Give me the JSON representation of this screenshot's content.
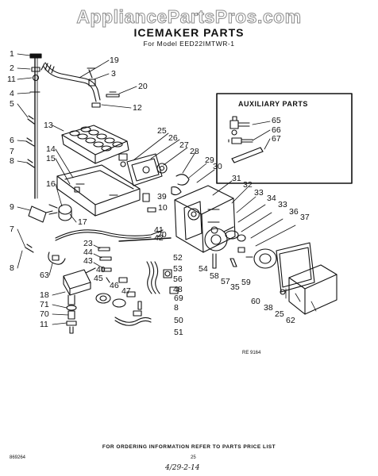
{
  "header": {
    "watermark": "AppliancePartsPros.com",
    "title": "ICEMAKER PARTS",
    "subtitle": "For Model EED22IMTWR-1"
  },
  "aux": {
    "title": "AUXILIARY PARTS"
  },
  "callouts": [
    {
      "id": "c1",
      "text": "1"
    },
    {
      "id": "c2",
      "text": "2"
    },
    {
      "id": "c11a",
      "text": "11"
    },
    {
      "id": "c4",
      "text": "4"
    },
    {
      "id": "c5",
      "text": "5"
    },
    {
      "id": "c6",
      "text": "6"
    },
    {
      "id": "c7a",
      "text": "7"
    },
    {
      "id": "c8a",
      "text": "8"
    },
    {
      "id": "c9",
      "text": "9"
    },
    {
      "id": "c7b",
      "text": "7"
    },
    {
      "id": "c8b",
      "text": "8"
    },
    {
      "id": "c63",
      "text": "63"
    },
    {
      "id": "c18",
      "text": "18"
    },
    {
      "id": "c71",
      "text": "71"
    },
    {
      "id": "c70",
      "text": "70"
    },
    {
      "id": "c11b",
      "text": "11"
    },
    {
      "id": "c19",
      "text": "19"
    },
    {
      "id": "c3",
      "text": "3"
    },
    {
      "id": "c20a",
      "text": "20"
    },
    {
      "id": "c12",
      "text": "12"
    },
    {
      "id": "c13",
      "text": "13"
    },
    {
      "id": "c14",
      "text": "14"
    },
    {
      "id": "c15",
      "text": "15"
    },
    {
      "id": "c16",
      "text": "16"
    },
    {
      "id": "c17",
      "text": "17"
    },
    {
      "id": "c25a",
      "text": "25"
    },
    {
      "id": "c26",
      "text": "26"
    },
    {
      "id": "c27",
      "text": "27"
    },
    {
      "id": "c28",
      "text": "28"
    },
    {
      "id": "c29",
      "text": "29"
    },
    {
      "id": "c30",
      "text": "30"
    },
    {
      "id": "c39",
      "text": "39"
    },
    {
      "id": "c10",
      "text": "10"
    },
    {
      "id": "c31",
      "text": "31"
    },
    {
      "id": "c32",
      "text": "32"
    },
    {
      "id": "c33a",
      "text": "33"
    },
    {
      "id": "c34",
      "text": "34"
    },
    {
      "id": "c33b",
      "text": "33"
    },
    {
      "id": "c36",
      "text": "36"
    },
    {
      "id": "c37",
      "text": "37"
    },
    {
      "id": "c41",
      "text": "41"
    },
    {
      "id": "c42",
      "text": "42"
    },
    {
      "id": "c20b",
      "text": "20"
    },
    {
      "id": "c23",
      "text": "23"
    },
    {
      "id": "c44",
      "text": "44"
    },
    {
      "id": "c43",
      "text": "43"
    },
    {
      "id": "c45",
      "text": "45"
    },
    {
      "id": "c49",
      "text": "49"
    },
    {
      "id": "c46",
      "text": "46"
    },
    {
      "id": "c47",
      "text": "47"
    },
    {
      "id": "c52",
      "text": "52"
    },
    {
      "id": "c53",
      "text": "53"
    },
    {
      "id": "c56",
      "text": "56"
    },
    {
      "id": "c48",
      "text": "48"
    },
    {
      "id": "c69",
      "text": "69"
    },
    {
      "id": "c8c",
      "text": "8"
    },
    {
      "id": "c50",
      "text": "50"
    },
    {
      "id": "c51",
      "text": "51"
    },
    {
      "id": "c54",
      "text": "54"
    },
    {
      "id": "c58",
      "text": "58"
    },
    {
      "id": "c57",
      "text": "57"
    },
    {
      "id": "c35",
      "text": "35"
    },
    {
      "id": "c59",
      "text": "59"
    },
    {
      "id": "c60",
      "text": "60"
    },
    {
      "id": "c38",
      "text": "38"
    },
    {
      "id": "c25b",
      "text": "25"
    },
    {
      "id": "c62",
      "text": "62"
    },
    {
      "id": "c65",
      "text": "65"
    },
    {
      "id": "c66",
      "text": "66"
    },
    {
      "id": "c67",
      "text": "67"
    }
  ],
  "figure_ref": "RE 9164",
  "footer": {
    "note": "FOR ORDERING INFORMATION REFER TO PARTS PRICE LIST",
    "left_code": "869264",
    "center_code": "25",
    "handwritten": "4/29-2-14"
  }
}
